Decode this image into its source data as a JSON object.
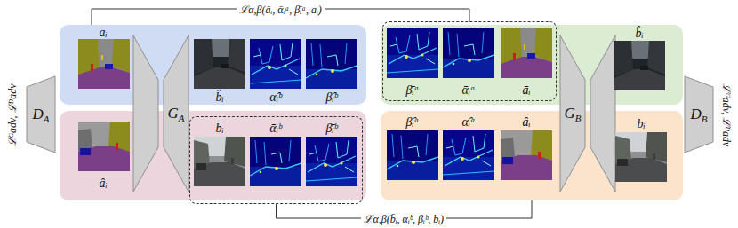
{
  "diagram": {
    "nodes": [
      {
        "text": [
          "aᵢ",
          "b̂ᵢ",
          "α̂ᵢᵇ",
          "β̂ᵢᵇ"
        ]
      },
      {
        "text": [
          "âᵢ"
        ]
      },
      {
        "text": [
          "b̄ᵢ",
          "ᾱᵢᵇ",
          "β̄ᵢᵇ"
        ],
        "in": 1
      },
      {
        "text": [
          "b̂ᵢ"
        ]
      },
      {
        "text": [
          "β̄ᵢᵃ",
          "ᾱᵢᵃ",
          "āᵢ"
        ],
        "in": 3
      },
      {
        "text": [
          "β̂ᵢᵃ",
          "α̂ᵢᵃ",
          "âᵢ",
          "bᵢ"
        ]
      },
      {
        "text": [
          "D",
          "A"
        ]
      },
      {
        "text": [
          "G",
          "A"
        ]
      },
      {
        "text": [
          "G",
          "B"
        ]
      },
      {
        "text": [
          "D",
          "B"
        ]
      }
    ],
    "edges": [
      {
        "from": 0,
        "to": 4,
        "label": "ℒα,β(āᵢ, ᾱᵢᵃ, β̄ᵢᵃ, aᵢ)",
        "arrow": "none"
      },
      {
        "from": 2,
        "to": 5,
        "label": "ℒα,β(b̄ᵢ, ᾱᵢᵇ, β̄ᵢᵇ, bᵢ)",
        "arrow": "none"
      }
    ],
    "labels": [
      "ℒᴳadv, ℒᴰadv",
      "ℒᴳadv, ℒᴰadv"
    ]
  }
}
